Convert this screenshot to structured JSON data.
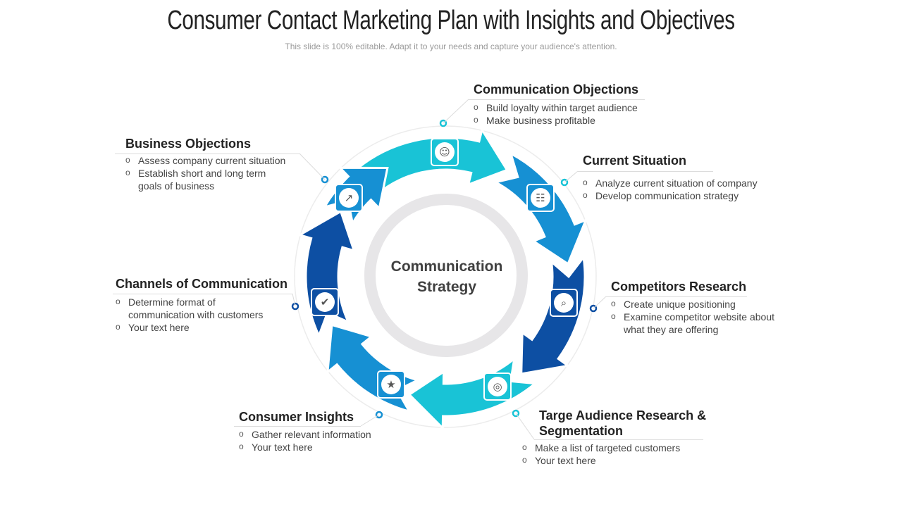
{
  "header": {
    "title": "Consumer Contact Marketing Plan with Insights and Objectives",
    "subtitle": "This slide is 100% editable. Adapt it to your needs and capture your audience's attention."
  },
  "center": {
    "line1": "Communication",
    "line2": "Strategy"
  },
  "colors": {
    "cyan": "#19c3d6",
    "blue": "#1690d3",
    "navy": "#0d4fa3",
    "ring_gray": "#e7e6e8"
  },
  "sections": [
    {
      "id": "communication-objections",
      "title": "Communication Objections",
      "bullets": [
        "Build loyalty within target audience",
        "Make business profitable"
      ],
      "icon": "team-meeting-icon",
      "color": "#19c3d6"
    },
    {
      "id": "current-situation",
      "title": "Current Situation",
      "bullets": [
        "Analyze current situation of company",
        "Develop communication strategy"
      ],
      "icon": "strategy-board-icon",
      "color": "#1690d3"
    },
    {
      "id": "competitors-research",
      "title": "Competitors Research",
      "bullets": [
        "Create unique positioning",
        "Examine competitor website about what they are offering"
      ],
      "icon": "magnifier-globe-icon",
      "color": "#0d4fa3"
    },
    {
      "id": "target-audience",
      "title": "Targe Audience Research & Segmentation",
      "bullets": [
        "Make  a list of targeted customers",
        "Your  text here"
      ],
      "icon": "audience-target-icon",
      "color": "#19c3d6"
    },
    {
      "id": "consumer-insights",
      "title": "Consumer Insights",
      "bullets": [
        "Gather relevant information",
        "Your text here"
      ],
      "icon": "rating-stars-icon",
      "color": "#1690d3"
    },
    {
      "id": "channels-of-communication",
      "title": "Channels of Communication",
      "bullets": [
        "Determine format of communication with customers",
        "Your text here"
      ],
      "icon": "chat-bubble-icon",
      "color": "#0d4fa3"
    },
    {
      "id": "business-objections",
      "title": "Business Objections",
      "bullets": [
        "Assess company current situation",
        "Establish short and long term goals of business"
      ],
      "icon": "growth-chart-icon",
      "color": "#1690d3"
    }
  ]
}
